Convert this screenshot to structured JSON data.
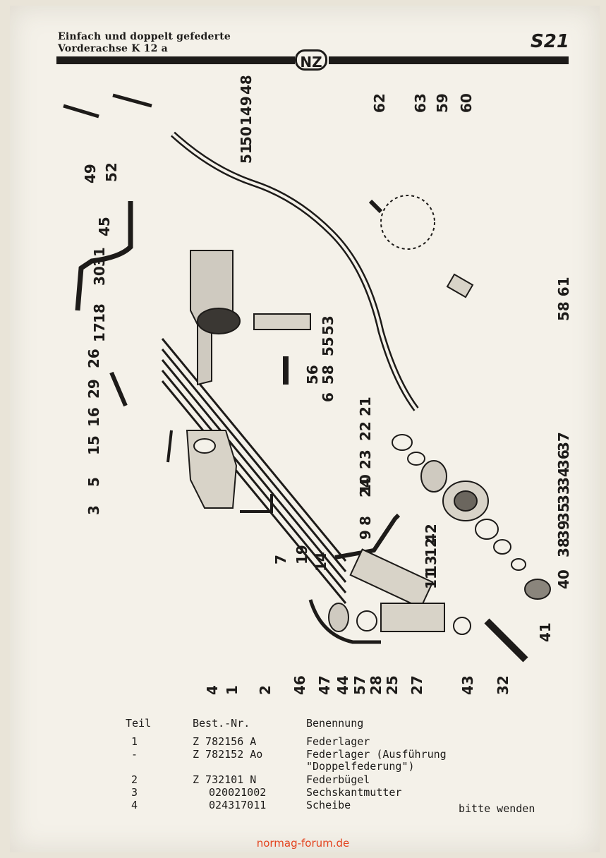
{
  "header": {
    "title_line1": "Einfach und doppelt gefederte",
    "title_line2": "Vorderachse K 12 a",
    "logo": "NZ",
    "page_number": "S21"
  },
  "callouts": [
    "62",
    "63",
    "59",
    "60",
    "49",
    "52",
    "45",
    "51",
    "50",
    "48",
    "149",
    "30",
    "31",
    "17",
    "18",
    "26",
    "29",
    "16",
    "15",
    "5",
    "3",
    "53",
    "55",
    "56",
    "58",
    "6",
    "21",
    "22",
    "23",
    "24",
    "8",
    "9",
    "10",
    "7",
    "19",
    "14",
    "12",
    "42",
    "11",
    "13",
    "58 61",
    "37",
    "36",
    "34",
    "33",
    "35",
    "39",
    "38",
    "40",
    "41",
    "4",
    "1",
    "2",
    "46",
    "47",
    "44",
    "57",
    "28",
    "25",
    "27",
    "43",
    "32"
  ],
  "parts_table": {
    "headers": [
      "Teil",
      "Best.-Nr.",
      "Benennung"
    ],
    "rows": [
      {
        "teil": "1",
        "nr": "Z 782156 A",
        "name": "Federlager"
      },
      {
        "teil": "-",
        "nr": "Z 782152 Ao",
        "name": "Federlager (Ausführung"
      },
      {
        "teil": "",
        "nr": "",
        "name": "\"Doppelfederung\")"
      },
      {
        "teil": "2",
        "nr": "Z 732101 N",
        "name": "Federbügel"
      },
      {
        "teil": "3",
        "nr": "020021002",
        "name": "Sechskantmutter"
      },
      {
        "teil": "4",
        "nr": "024317011",
        "name": "Scheibe"
      }
    ],
    "note": "bitte wenden"
  },
  "footer": "normag-forum.de"
}
